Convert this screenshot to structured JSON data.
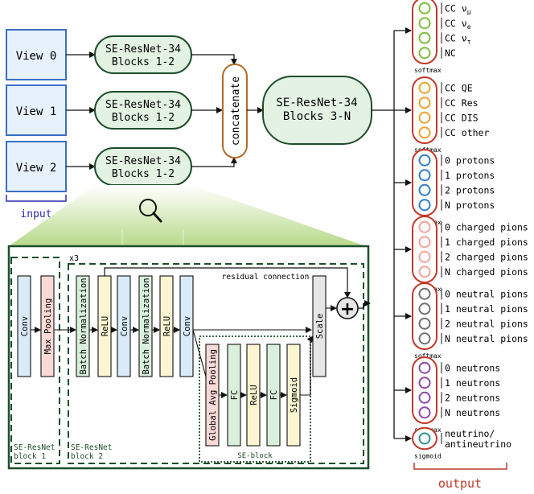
{
  "input": {
    "views": [
      "View 0",
      "View 1",
      "View 2"
    ],
    "label": "input"
  },
  "stage1": {
    "line1": "SE-ResNet-34",
    "line2": "Blocks 1-2"
  },
  "concat": {
    "label": "concatenate"
  },
  "stage2": {
    "line1": "SE-ResNet-34",
    "line2": "Blocks 3-N"
  },
  "detail": {
    "repeat": "x3",
    "residual": "residual connection",
    "block1_layers": [
      "Conv",
      "Max Pooling"
    ],
    "block1_label": [
      "SE-ResNet",
      "block 1"
    ],
    "block2_layers": [
      "Batch Normalization",
      "ReLU",
      "Conv",
      "Batch Normalization",
      "ReLU",
      "Conv"
    ],
    "block2_label": [
      "SE-ResNet",
      "block 2"
    ],
    "se_layers": [
      "Global Avg Pooling",
      "FC",
      "ReLU",
      "FC",
      "Sigmoid"
    ],
    "se_label": "SE-block",
    "scale": "Scale",
    "plus": "+"
  },
  "heads": [
    {
      "activation": "softmax",
      "color": "#7cbd3c",
      "labels": [
        "CC ν_μ",
        "CC ν_e",
        "CC ν_τ",
        "NC"
      ]
    },
    {
      "activation": "softmax",
      "color": "#f0a030",
      "labels": [
        "CC QE",
        "CC Res",
        "CC DIS",
        "CC other"
      ]
    },
    {
      "activation": "softmax",
      "color": "#2f7fc8",
      "labels": [
        "0 protons",
        "1 protons",
        "2 protons",
        "N protons"
      ]
    },
    {
      "activation": "softmax",
      "color": "#f4a29a",
      "labels": [
        "0 charged pions",
        "1 charged pions",
        "2 charged pions",
        "N charged pions"
      ]
    },
    {
      "activation": "softmax",
      "color": "#707070",
      "labels": [
        "0 neutral pions",
        "1 neutral pions",
        "2 neutral pions",
        "N neutral pions"
      ]
    },
    {
      "activation": "softmax",
      "color": "#8d4aa8",
      "labels": [
        "0 neutrons",
        "1 neutrons",
        "2 neutrons",
        "N neutrons"
      ]
    },
    {
      "activation": "sigmoid",
      "color": "#2f8f8f",
      "labels": [
        "neutrino/",
        "antineutrino"
      ]
    }
  ],
  "output": {
    "label": "output"
  },
  "colors": {
    "green_fill": "#e3f2e3",
    "green_stroke": "#1e4d2b",
    "blue_fill": "#e6f1fb",
    "blue_stroke": "#3a6fc4",
    "concat_stroke": "#b06b2a",
    "pale_yellow": "#fbf5d2",
    "pale_green": "#daf0dc",
    "pale_red": "#f9d9d6",
    "pale_blue": "#d9ebf8",
    "gray_fill": "#e6e6e6",
    "output_red": "#c0392b",
    "input_blue": "#2a2ab0"
  },
  "icons": [
    "magnifier-icon",
    "plus-icon"
  ]
}
